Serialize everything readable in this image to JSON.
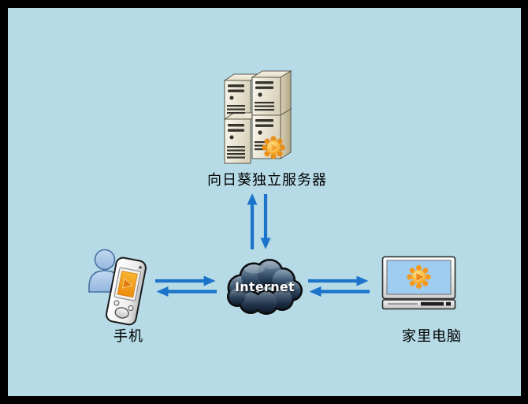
{
  "diagram": {
    "background_color": "#b6dbe7",
    "frame_color": "#000000",
    "arrow_color": "#1b74c9",
    "nodes": {
      "server": {
        "label": "向日葵独立服务器",
        "icon": "server-stack-icon"
      },
      "internet": {
        "label": "Internet",
        "icon": "internet-cloud-icon"
      },
      "phone": {
        "label": "手机",
        "icon": "mobile-phone-user-icon"
      },
      "home_pc": {
        "label": "家里电脑",
        "icon": "desktop-monitor-icon"
      }
    },
    "connections": [
      {
        "from": "server",
        "to": "internet",
        "style": "double-arrow-vertical-bidirectional"
      },
      {
        "from": "phone",
        "to": "internet",
        "style": "double-arrow-horizontal-bidirectional"
      },
      {
        "from": "internet",
        "to": "home_pc",
        "style": "double-arrow-horizontal-bidirectional"
      }
    ]
  }
}
